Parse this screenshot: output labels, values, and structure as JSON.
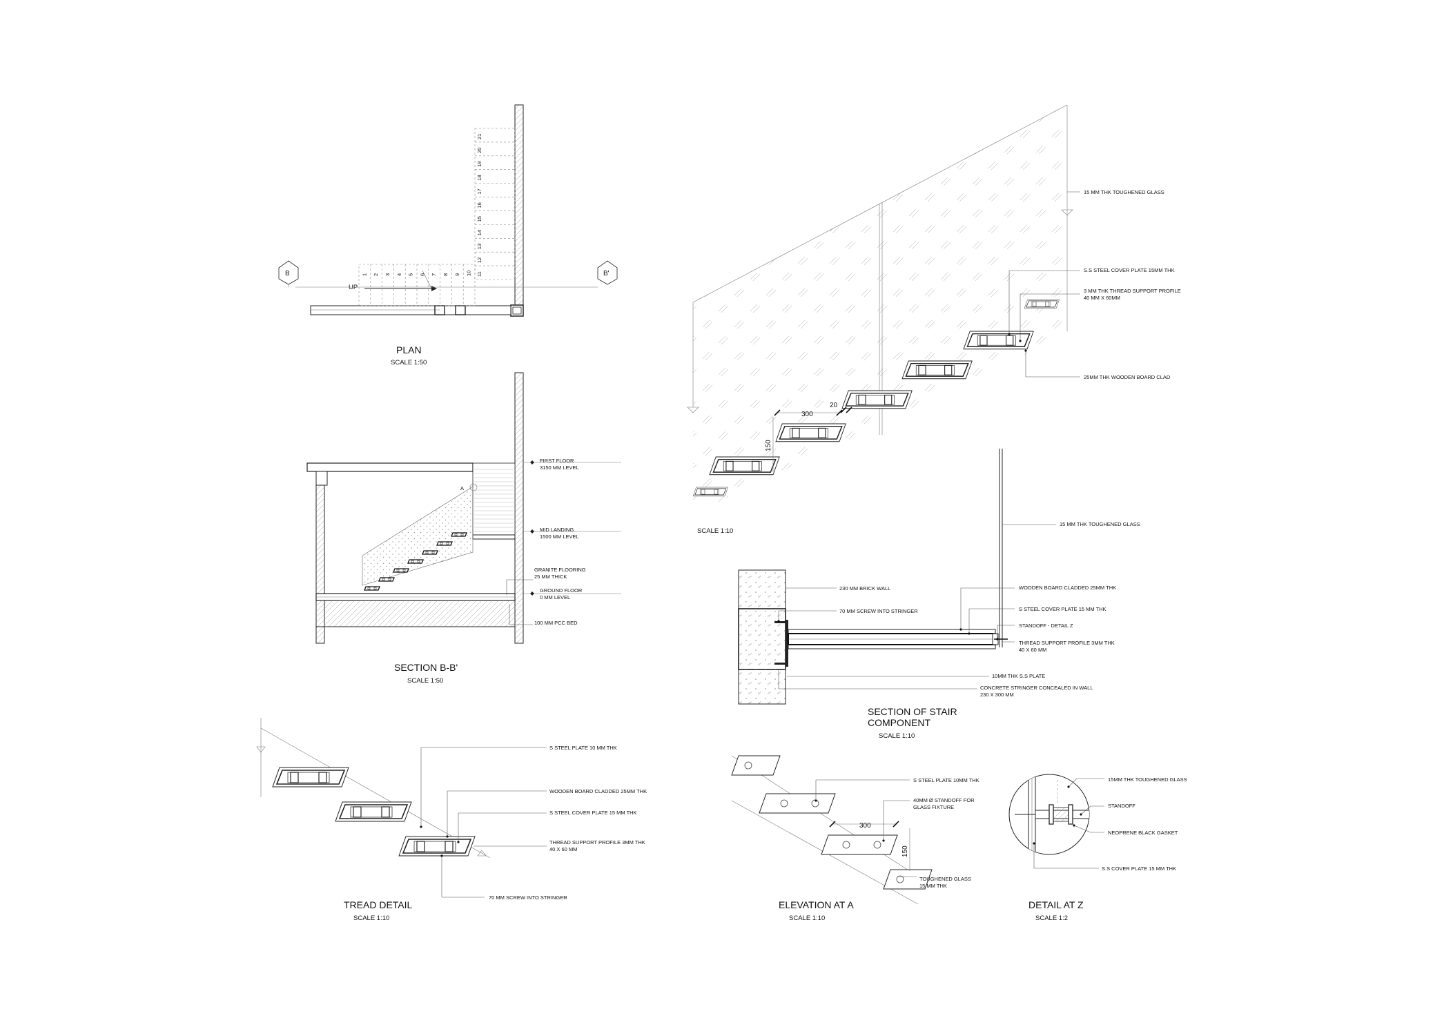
{
  "views": {
    "plan": {
      "title": "PLAN",
      "scale": "SCALE 1:50",
      "up": "UP",
      "section_marks": [
        "B",
        "B'"
      ],
      "steps_lower": [
        "1",
        "2",
        "3",
        "4",
        "5",
        "6",
        "7",
        "8",
        "9",
        "10"
      ],
      "steps_upper": [
        "11",
        "12",
        "13",
        "14",
        "15",
        "16",
        "17",
        "18",
        "19",
        "20",
        "21"
      ]
    },
    "section_bb": {
      "title": "SECTION B-B'",
      "scale": "SCALE 1:50",
      "mark_a": "A",
      "notes": [
        [
          "FIRST FLOOR",
          "3150 MM LEVEL"
        ],
        [
          "MID LANDING",
          "1500 MM LEVEL"
        ],
        [
          "GRANITE FLOORING",
          "25 MM THICK"
        ],
        [
          "GROUND FLOOR",
          "0 MM LEVEL"
        ],
        [
          "100 MM PCC BED"
        ]
      ]
    },
    "stair_elevation": {
      "scale": "SCALE 1:10",
      "dim_tread": "300",
      "dim_gap": "20",
      "dim_riser": "150",
      "notes": [
        [
          "15 MM THK TOUGHENED GLASS"
        ],
        [
          "S.S STEEL COVER PLATE 15MM THK"
        ],
        [
          "3 MM THK THREAD SUPPORT PROFILE",
          "40 MM X 60MM"
        ],
        [
          "25MM THK WOODEN BOARD CLAD"
        ]
      ]
    },
    "stair_component": {
      "title_l1": "SECTION OF STAIR",
      "title_l2": "COMPONENT",
      "scale": "SCALE 1:10",
      "notes": [
        [
          "15 MM  THK TOUGHENED GLASS"
        ],
        [
          "230 MM BRICK WALL"
        ],
        [
          "WOODEN BOARD CLADDED 25MM THK"
        ],
        [
          "70 MM SCREW INTO STRINGER"
        ],
        [
          "S STEEL COVER  PLATE 15 MM THK"
        ],
        [
          "STANDOFF - DETAIL Z"
        ],
        [
          "THREAD SUPPORT PROFILE 3MM THK",
          " 40 X 60 MM"
        ],
        [
          "10MM THK S.S PLATE"
        ],
        [
          "CONCRETE STRINGER CONCEALED IN  WALL",
          "230 X 300 MM"
        ]
      ]
    },
    "tread_detail": {
      "title": "TREAD DETAIL",
      "scale": "SCALE 1:10",
      "notes": [
        [
          "S STEEL PLATE 10 MM THK"
        ],
        [
          "WOODEN BOARD CLADDED 25MM THK"
        ],
        [
          "S STEEL COVER  PLATE 15 MM THK"
        ],
        [
          "THREAD SUPPORT PROFILE 3MM THK",
          " 40 X 60 MM"
        ],
        [
          "70 MM SCREW INTO STRINGER"
        ]
      ]
    },
    "elevation_a": {
      "title": "ELEVATION AT A",
      "scale": "SCALE 1:10",
      "dim_tread": "300",
      "dim_riser": "150",
      "notes": [
        [
          "S STEEL PLATE 10MM THK"
        ],
        [
          "40MM Ø  STANDOFF FOR",
          "GLASS FIXTURE"
        ],
        [
          "TOUGHENED GLASS",
          "15 MM THK"
        ]
      ]
    },
    "detail_z": {
      "title": "DETAIL AT Z",
      "scale": "SCALE 1:2",
      "notes": [
        [
          "15MM THK  TOUGHENED GLASS"
        ],
        [
          "STANDOFF"
        ],
        [
          "NEOPRENE  BLACK  GASKET"
        ],
        [
          "S.S COVER PLATE 15 MM THK"
        ]
      ]
    }
  }
}
